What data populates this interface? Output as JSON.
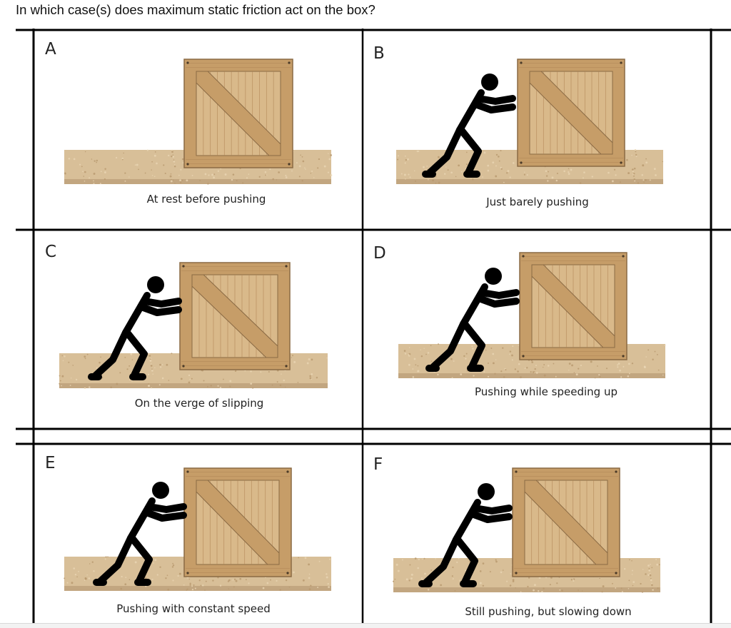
{
  "question": "In which case(s) does maximum static friction act on the box?",
  "panels": [
    {
      "id": "A",
      "letter": "A",
      "caption": "At rest before pushing",
      "person": false
    },
    {
      "id": "B",
      "letter": "B",
      "caption": "Just barely pushing",
      "person": true
    },
    {
      "id": "C",
      "letter": "C",
      "caption": "On the verge of slipping",
      "person": true
    },
    {
      "id": "D",
      "letter": "D",
      "caption": "Pushing while speeding up",
      "person": true
    },
    {
      "id": "E",
      "letter": "E",
      "caption": "Pushing with constant speed",
      "person": true
    },
    {
      "id": "F",
      "letter": "F",
      "caption": "Still pushing, but slowing down",
      "person": true
    }
  ],
  "colors": {
    "crate_light": "#d9b98a",
    "crate_mid": "#c69d68",
    "crate_dark": "#8a6a44",
    "ground": "#d8bf98",
    "ground_dark": "#b49670",
    "person": "#000000",
    "grid": "#000000"
  },
  "icons": {
    "crate": "wooden-crate-icon",
    "person": "pushing-stick-figure-icon",
    "ground": "ground-slab-icon"
  }
}
